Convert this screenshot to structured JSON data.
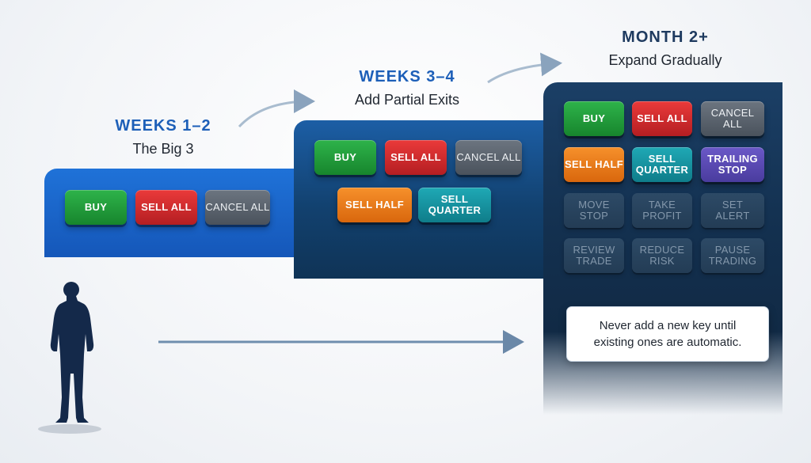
{
  "stages": [
    {
      "title": "WEEKS 1–2",
      "subtitle": "The Big 3"
    },
    {
      "title": "WEEKS 3–4",
      "subtitle": "Add Partial Exits"
    },
    {
      "title": "MONTH 2+",
      "subtitle": "Expand Gradually"
    }
  ],
  "panel1": {
    "keys": [
      "BUY",
      "SELL ALL",
      "CANCEL ALL"
    ]
  },
  "panel2": {
    "keys": [
      "BUY",
      "SELL ALL",
      "CANCEL ALL",
      "SELL HALF",
      "SELL\nQUARTER"
    ]
  },
  "panel3": {
    "keys": [
      "BUY",
      "SELL ALL",
      "CANCEL ALL",
      "SELL HALF",
      "SELL\nQUARTER",
      "TRAILING\nSTOP",
      "MOVE\nSTOP",
      "TAKE\nPROFIT",
      "SET\nALERT",
      "REVIEW\nTRADE",
      "REDUCE\nRISK",
      "PAUSE\nTRADING"
    ]
  },
  "callout": {
    "line1": "Never add a new key until",
    "line2": "existing ones are automatic."
  },
  "colors": {
    "stage1_title": "#1d5fb8",
    "stage2_title": "#1d5fb8",
    "stage3_title": "#1e3a5f",
    "buy": "#2eb34a",
    "sell_all": "#ea3a3a",
    "cancel_all": "#6c7580",
    "sell_half": "#f6902b",
    "sell_quarter": "#1fa9b5",
    "trailing_stop": "#6a58c7"
  },
  "icons": {
    "person": "person-silhouette-icon",
    "arrow": "arrow-right-icon"
  }
}
